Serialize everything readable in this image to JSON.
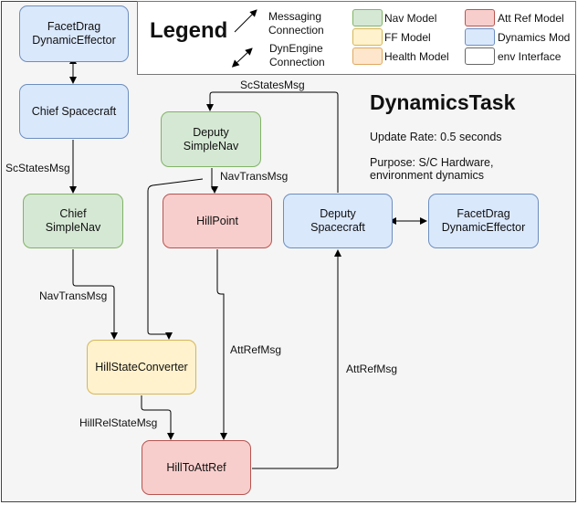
{
  "legend": {
    "title": "Legend",
    "messaging_line1": "Messaging",
    "messaging_line2": "Connection",
    "dynengine_line1": "DynEngine",
    "dynengine_line2": "Connection",
    "items": [
      {
        "key": "nav",
        "label": "Nav Model",
        "color": "#d5e8d4"
      },
      {
        "key": "att",
        "label": "Att Ref Model",
        "color": "#f8cecc"
      },
      {
        "key": "ff",
        "label": "FF Model",
        "color": "#fff2cc"
      },
      {
        "key": "dyn",
        "label": "Dynamics Mod",
        "color": "#dae8fc"
      },
      {
        "key": "health",
        "label": "Health Model",
        "color": "#fde6cc"
      },
      {
        "key": "env",
        "label": "env Interface",
        "color": "#ffffff"
      }
    ]
  },
  "task": {
    "title": "DynamicsTask",
    "update_rate": "Update Rate: 0.5 seconds",
    "purpose_line1": "Purpose: S/C Hardware,",
    "purpose_line2": "environment dynamics"
  },
  "nodes": {
    "facetdrag_left": {
      "line1": "FacetDrag",
      "line2": "DynamicEffector"
    },
    "chief_spacecraft": {
      "line1": "Chief Spacecraft"
    },
    "chief_simplenav": {
      "line1": "Chief",
      "line2": "SimpleNav"
    },
    "deputy_simplenav": {
      "line1": "Deputy",
      "line2": "SimpleNav"
    },
    "hillpoint": {
      "line1": "HillPoint"
    },
    "deputy_spacecraft": {
      "line1": "Deputy",
      "line2": "Spacecraft"
    },
    "facetdrag_right": {
      "line1": "FacetDrag",
      "line2": "DynamicEffector"
    },
    "hillstateconverter": {
      "line1": "HillStateConverter"
    },
    "hilltoattref": {
      "line1": "HillToAttRef"
    }
  },
  "messages": {
    "scstates_top": "ScStatesMsg",
    "scstates_left": "ScStatesMsg",
    "navtrans_deputy": "NavTransMsg",
    "navtrans_chief": "NavTransMsg",
    "attref_mid": "AttRefMsg",
    "attref_right": "AttRefMsg",
    "hillrelstate": "HillRelStateMsg"
  }
}
